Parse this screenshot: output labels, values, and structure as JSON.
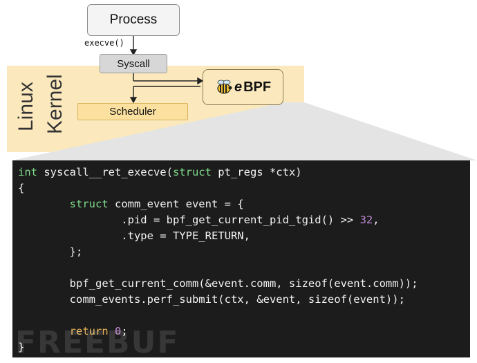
{
  "diagram": {
    "process_label": "Process",
    "execve_label": "execve()",
    "syscall_label": "Syscall",
    "scheduler_label": "Scheduler",
    "ebpf_label": "BPF",
    "ebpf_prefix": "e",
    "kernel_label_line1": "Linux",
    "kernel_label_line2": "Kernel",
    "icon": "bee-icon"
  },
  "code": {
    "line1_type": "int",
    "line1_rest": " syscall__ret_execve(",
    "line1_struct": "struct",
    "line1_end": " pt_regs *ctx)",
    "line2": "{",
    "line3_indent": "        ",
    "line3_struct": "struct",
    "line3_rest": " comm_event event = {",
    "line4_text": "                .pid = bpf_get_current_pid_tgid() >> ",
    "line4_num": "32",
    "line4_end": ",",
    "line5": "                .type = TYPE_RETURN,",
    "line6": "        };",
    "line7": "",
    "line8": "        bpf_get_current_comm(&event.comm, sizeof(event.comm));",
    "line9": "        comm_events.perf_submit(ctx, &event, sizeof(event));",
    "line10": "",
    "line11_indent": "        ",
    "line11_return": "return",
    "line11_space": " ",
    "line11_num": "0",
    "line11_end": ";",
    "line12": "}"
  },
  "watermark": "FREEBUF",
  "colors": {
    "kernel_band": "#fbe9bd",
    "code_bg": "#1c1c1c",
    "keyword": "#7fd98a",
    "return_keyword": "#e8b25a",
    "number": "#c488d8"
  }
}
